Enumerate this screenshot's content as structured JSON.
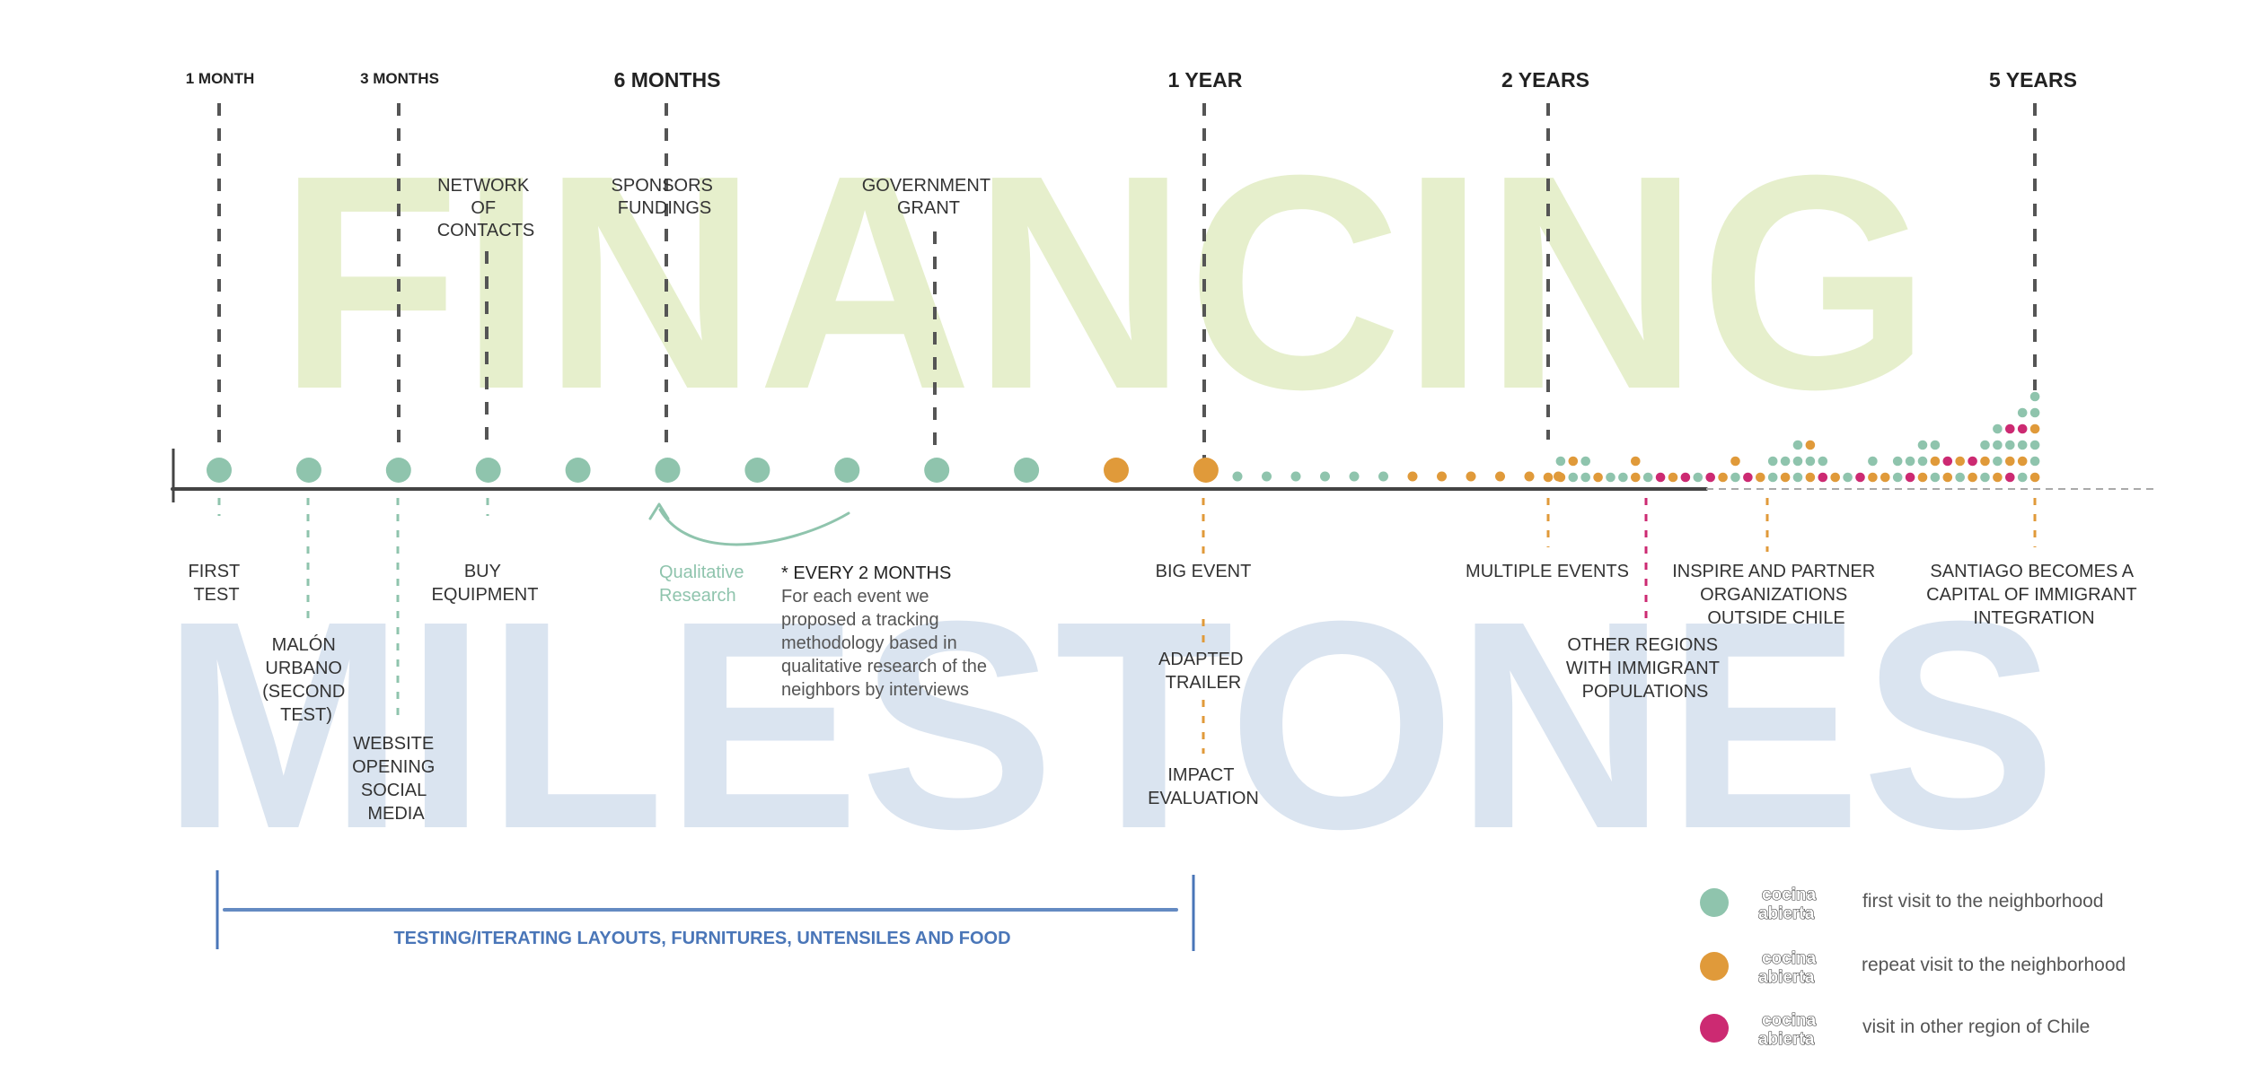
{
  "background_words": {
    "top": "FINANCING",
    "bottom": "MILESTONES"
  },
  "time_markers": [
    {
      "label": "1 MONTH",
      "key": "m1"
    },
    {
      "label": "3 MONTHS",
      "key": "m3"
    },
    {
      "label": "6 MONTHS",
      "key": "m6"
    },
    {
      "label": "1 YEAR",
      "key": "y1"
    },
    {
      "label": "2 YEARS",
      "key": "y2"
    },
    {
      "label": "5 YEARS",
      "key": "y5"
    }
  ],
  "financing_items": [
    {
      "lines": [
        "NETWORK",
        "OF",
        "CONTACTS"
      ]
    },
    {
      "lines": [
        "SPONSORS",
        "FUNDINGS"
      ]
    },
    {
      "lines": [
        "GOVERNMENT",
        "GRANT"
      ]
    }
  ],
  "milestones": [
    {
      "lines": [
        "FIRST",
        "TEST"
      ]
    },
    {
      "lines": [
        "MALÓN",
        "URBANO",
        "(SECOND",
        "TEST)"
      ]
    },
    {
      "lines": [
        "WEBSITE",
        "OPENING",
        "SOCIAL",
        "MEDIA"
      ]
    },
    {
      "lines": [
        "BUY",
        "EQUIPMENT"
      ]
    },
    {
      "lines": [
        "BIG EVENT"
      ]
    },
    {
      "lines": [
        "ADAPTED",
        "TRAILER"
      ]
    },
    {
      "lines": [
        "IMPACT",
        "EVALUATION"
      ]
    },
    {
      "lines": [
        "MULTIPLE EVENTS"
      ]
    },
    {
      "lines": [
        "OTHER REGIONS",
        "WITH IMMIGRANT",
        "POPULATIONS"
      ]
    },
    {
      "lines": [
        "INSPIRE AND PARTNER",
        "ORGANIZATIONS",
        "OUTSIDE CHILE"
      ]
    },
    {
      "lines": [
        "SANTIAGO BECOMES A",
        "CAPITAL OF IMMIGRANT",
        "INTEGRATION"
      ]
    }
  ],
  "qualitative": {
    "lines": [
      "Qualitative",
      "Research"
    ]
  },
  "note": {
    "title": "* EVERY 2 MONTHS",
    "lines": [
      "For each event we",
      "proposed a tracking",
      "methodology based in",
      "qualitative research of the",
      "neighbors by interviews"
    ]
  },
  "bracket_label": "TESTING/ITERATING LAYOUTS, FURNITURES, UNTENSILES AND FOOD",
  "legend": {
    "logo_line1": "cocina",
    "logo_line2": "abierta",
    "items": [
      {
        "color": "#8fc4ad",
        "label": "first visit to the neighborhood"
      },
      {
        "color": "#e09a3a",
        "label": "repeat visit to the neighborhood"
      },
      {
        "color": "#cc2a72",
        "label": "visit in other region of Chile"
      }
    ]
  },
  "colors": {
    "green": "#8fc4ad",
    "orange": "#e09a3a",
    "pink": "#cc2a72",
    "financing_bg": "#e6efcc",
    "milestones_bg": "#dae4f0",
    "axis": "#444444",
    "bracket": "#4a76b8"
  },
  "event_dots": {
    "large": [
      "g",
      "g",
      "g",
      "g",
      "g",
      "g",
      "g",
      "g",
      "g",
      "g",
      "o",
      "o"
    ],
    "small_first_year_two": [
      "g",
      "g",
      "g",
      "g",
      "g",
      "g",
      "o",
      "o",
      "o",
      "o",
      "o",
      "o"
    ],
    "stack_columns": [
      [
        "o"
      ],
      [
        "o",
        "g"
      ],
      [
        "g",
        "o"
      ],
      [
        "g",
        "g"
      ],
      [
        "o"
      ],
      [
        "g"
      ],
      [
        "g"
      ],
      [
        "o",
        "o"
      ],
      [
        "g"
      ],
      [
        "p"
      ],
      [
        "o"
      ],
      [
        "p"
      ],
      [
        "g"
      ],
      [
        "p"
      ],
      [
        "o"
      ],
      [
        "g",
        "o"
      ],
      [
        "p"
      ],
      [
        "o"
      ],
      [
        "g",
        "g"
      ],
      [
        "o",
        "g"
      ],
      [
        "g",
        "g",
        "g"
      ],
      [
        "o",
        "g",
        "o"
      ],
      [
        "p",
        "g"
      ],
      [
        "o"
      ],
      [
        "g"
      ],
      [
        "p"
      ],
      [
        "o",
        "g"
      ],
      [
        "o"
      ],
      [
        "g",
        "g"
      ],
      [
        "p",
        "g"
      ],
      [
        "o",
        "g",
        "g"
      ],
      [
        "g",
        "o",
        "g"
      ],
      [
        "o",
        "p"
      ],
      [
        "g",
        "o"
      ],
      [
        "o",
        "p"
      ],
      [
        "g",
        "o",
        "g"
      ],
      [
        "o",
        "g",
        "g",
        "g"
      ],
      [
        "p",
        "o",
        "g",
        "p"
      ],
      [
        "g",
        "o",
        "g",
        "p",
        "g"
      ],
      [
        "o",
        "g",
        "g",
        "o",
        "g",
        "g"
      ]
    ]
  }
}
